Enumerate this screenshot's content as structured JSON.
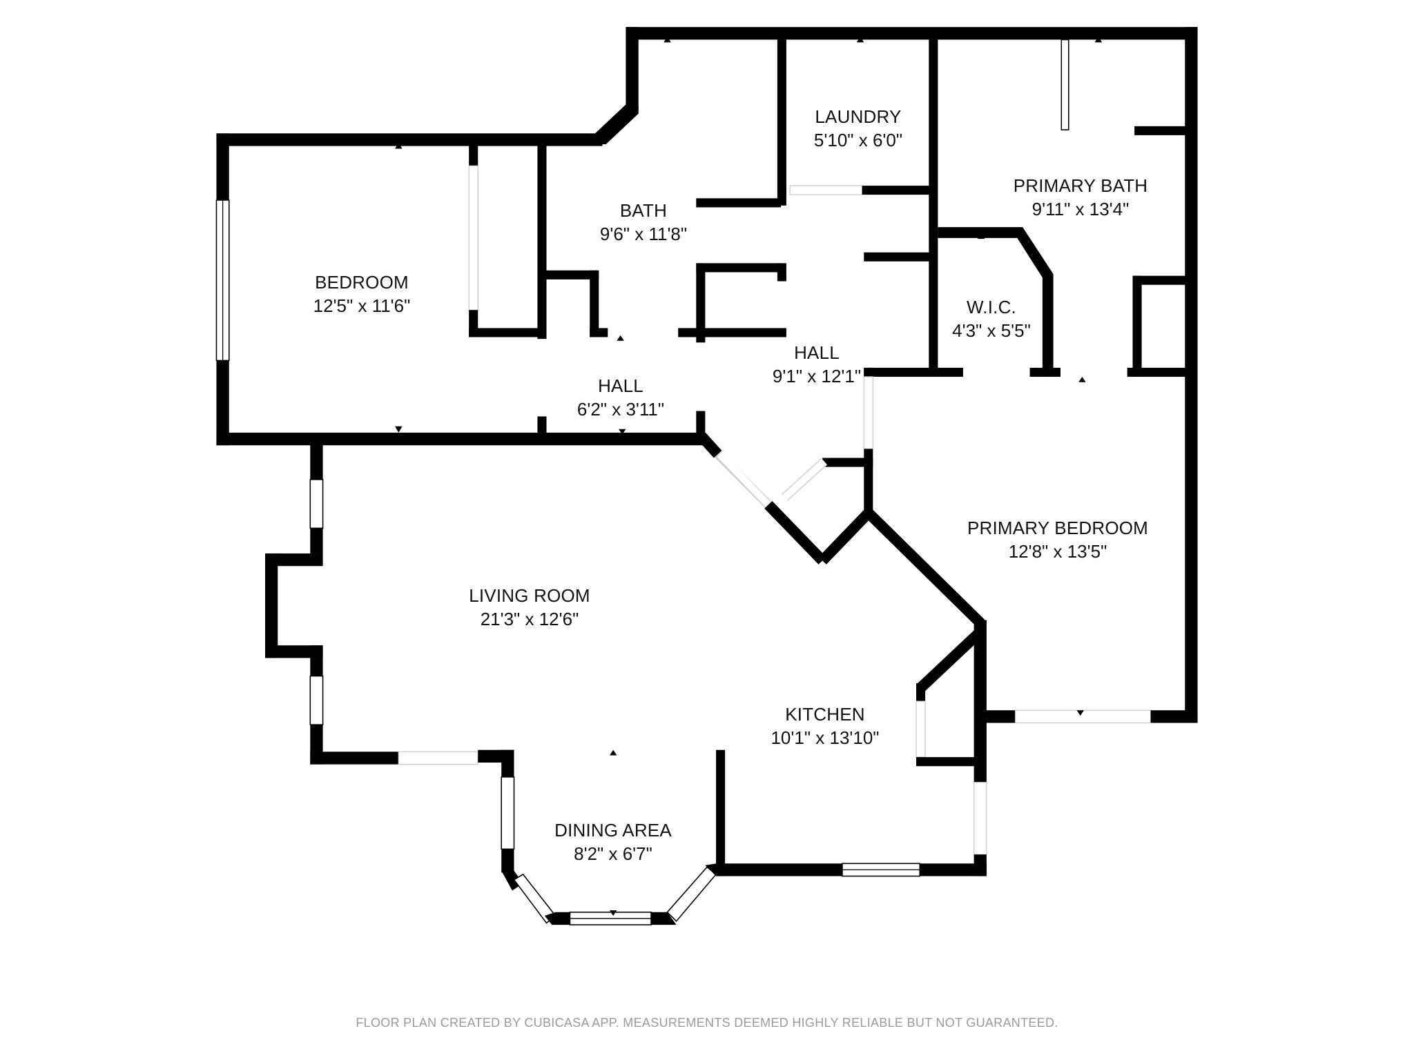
{
  "rooms": [
    {
      "id": "bedroom",
      "name": "BEDROOM",
      "dims": "12'5\" x 11'6\""
    },
    {
      "id": "bath",
      "name": "BATH",
      "dims": "9'6\" x 11'8\""
    },
    {
      "id": "laundry",
      "name": "LAUNDRY",
      "dims": "5'10\" x 6'0\""
    },
    {
      "id": "primary-bath",
      "name": "PRIMARY BATH",
      "dims": "9'11\" x 13'4\""
    },
    {
      "id": "wic",
      "name": "W.I.C.",
      "dims": "4'3\" x 5'5\""
    },
    {
      "id": "hall-small",
      "name": "HALL",
      "dims": "6'2\" x 3'11\""
    },
    {
      "id": "hall-large",
      "name": "HALL",
      "dims": "9'1\" x 12'1\""
    },
    {
      "id": "primary-bedroom",
      "name": "PRIMARY BEDROOM",
      "dims": "12'8\" x 13'5\""
    },
    {
      "id": "living-room",
      "name": "LIVING ROOM",
      "dims": "21'3\" x 12'6\""
    },
    {
      "id": "kitchen",
      "name": "KITCHEN",
      "dims": "10'1\" x 13'10\""
    },
    {
      "id": "dining-area",
      "name": "DINING AREA",
      "dims": "8'2\" x 6'7\""
    }
  ],
  "footer": {
    "disclaimer": "FLOOR PLAN CREATED BY CUBICASA APP. MEASUREMENTS DEEMED HIGHLY RELIABLE BUT NOT GUARANTEED."
  },
  "colors": {
    "wall": "#000000",
    "background": "#ffffff",
    "footer_text": "#9a9a9a"
  }
}
